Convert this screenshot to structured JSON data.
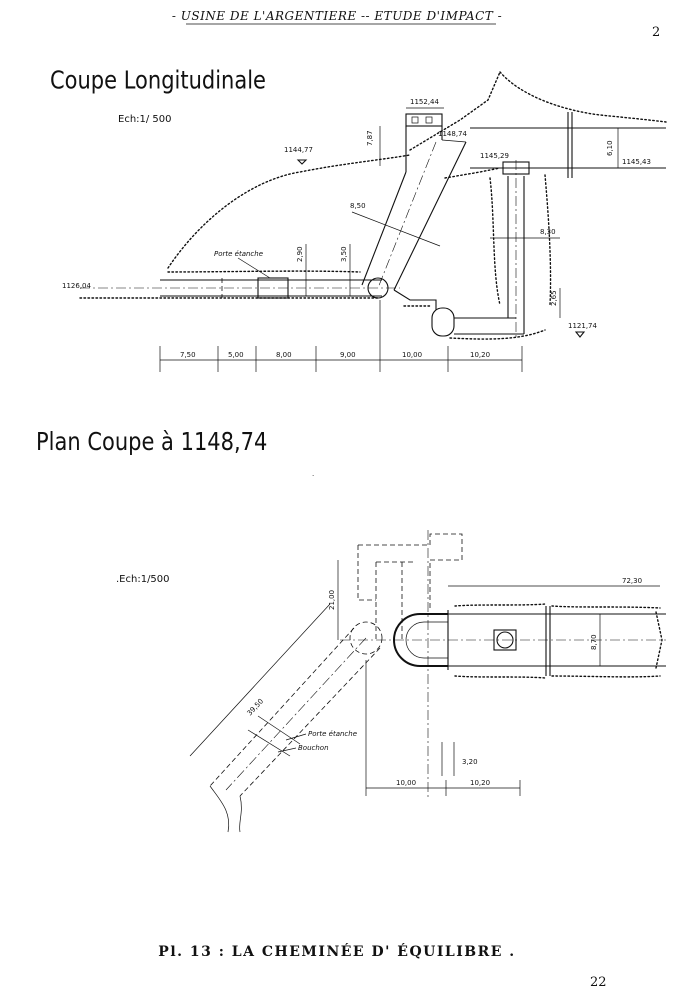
{
  "header": {
    "text": "- USINE DE L'ARGENTIERE -- ETUDE D'IMPACT -"
  },
  "corner_mark": "2",
  "section1": {
    "title": "Coupe Longitudinale",
    "scale": "Ech:1/ 500",
    "elevations": [
      "1152,44",
      "1148,74",
      "1144,77",
      "1145,29",
      "1145,43",
      "1126,04",
      "1121,74"
    ],
    "dimensions": [
      "7,87",
      "6,10",
      "8,50",
      "8,30",
      "2,90",
      "3,50",
      "2,65"
    ],
    "label_porte": "Porte étanche",
    "bottom_dims": [
      "7,50",
      "5,00",
      "8,00",
      "9,00",
      "10,00",
      "10,20"
    ]
  },
  "section2": {
    "title": "Plan Coupe à 1148,74",
    "scale": ".Ech:1/500",
    "dimensions": [
      "21,00",
      "72,30",
      "8,70",
      "39,50",
      "3,20",
      "10,00",
      "10,20"
    ],
    "label_porte": "Porte étanche",
    "label_bouchon": "Bouchon"
  },
  "caption": "Pl. 13 : LA CHEMINÉE D' ÉQUILIBRE .",
  "page_number": "22"
}
